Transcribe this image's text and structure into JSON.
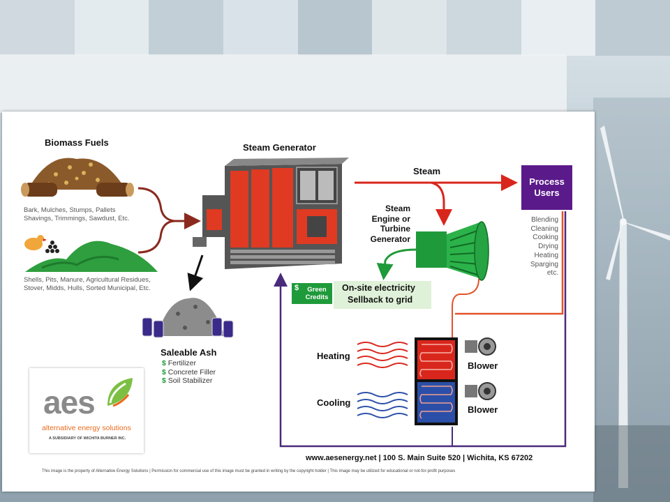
{
  "biomass_fuels": {
    "title": "Biomass Fuels",
    "wood_caption_1": "Bark, Mulches, Stumps, Pallets",
    "wood_caption_2": "Shavings, Trimmings, Sawdust, Etc.",
    "ag_caption_1": "Shells, Pits, Manure, Agricultural Residues,",
    "ag_caption_2": "Stover, Midds, Hulls, Sorted Municipal, Etc."
  },
  "steam_generator": {
    "title": "Steam Generator"
  },
  "steam_label": "Steam",
  "process_users": {
    "title_1": "Process",
    "title_2": "Users",
    "uses": [
      "Blending",
      "Cleaning",
      "Cooking",
      "Drying",
      "Heating",
      "Sparging",
      "etc."
    ]
  },
  "turbine": {
    "line_1": "Steam",
    "line_2": "Engine or",
    "line_3": "Turbine",
    "line_4": "Generator"
  },
  "electricity": {
    "green_credits_1": "Green",
    "green_credits_2": "Credits",
    "dollar": "$",
    "line_1": "On-site electricity",
    "line_2": "Sellback to grid"
  },
  "ash": {
    "title": "Saleable Ash",
    "dollar": "$",
    "items": [
      "Fertilizer",
      "Concrete Filler",
      "Soil Stabilizer"
    ]
  },
  "hvac": {
    "heating": "Heating",
    "cooling": "Cooling",
    "blower_1": "Blower",
    "blower_2": "Blower"
  },
  "logo": {
    "wordmark": "aes",
    "tagline": "alternative energy solutions",
    "subsidiary": "A SUBSIDIARY OF WICHITA BURNER INC."
  },
  "contact": "www.aesenergy.net | 100 S. Main Suite 520 | Wichita, KS 67202",
  "copyright": "This image is the property of Alternative Energy Solutions | Permission for commercial use of this image must be granted in writing by the copyright holder | This image may be utilized for educational or not-for-profit purposes",
  "colors": {
    "steam_red": "#d9261c",
    "process_purple": "#5b1a8a",
    "green": "#1f9a3a",
    "light_green_box": "#dff1d8",
    "return_purple": "#4a2a7a",
    "heat_orange": "#e2522a",
    "cool_blue": "#2b4fa8"
  }
}
